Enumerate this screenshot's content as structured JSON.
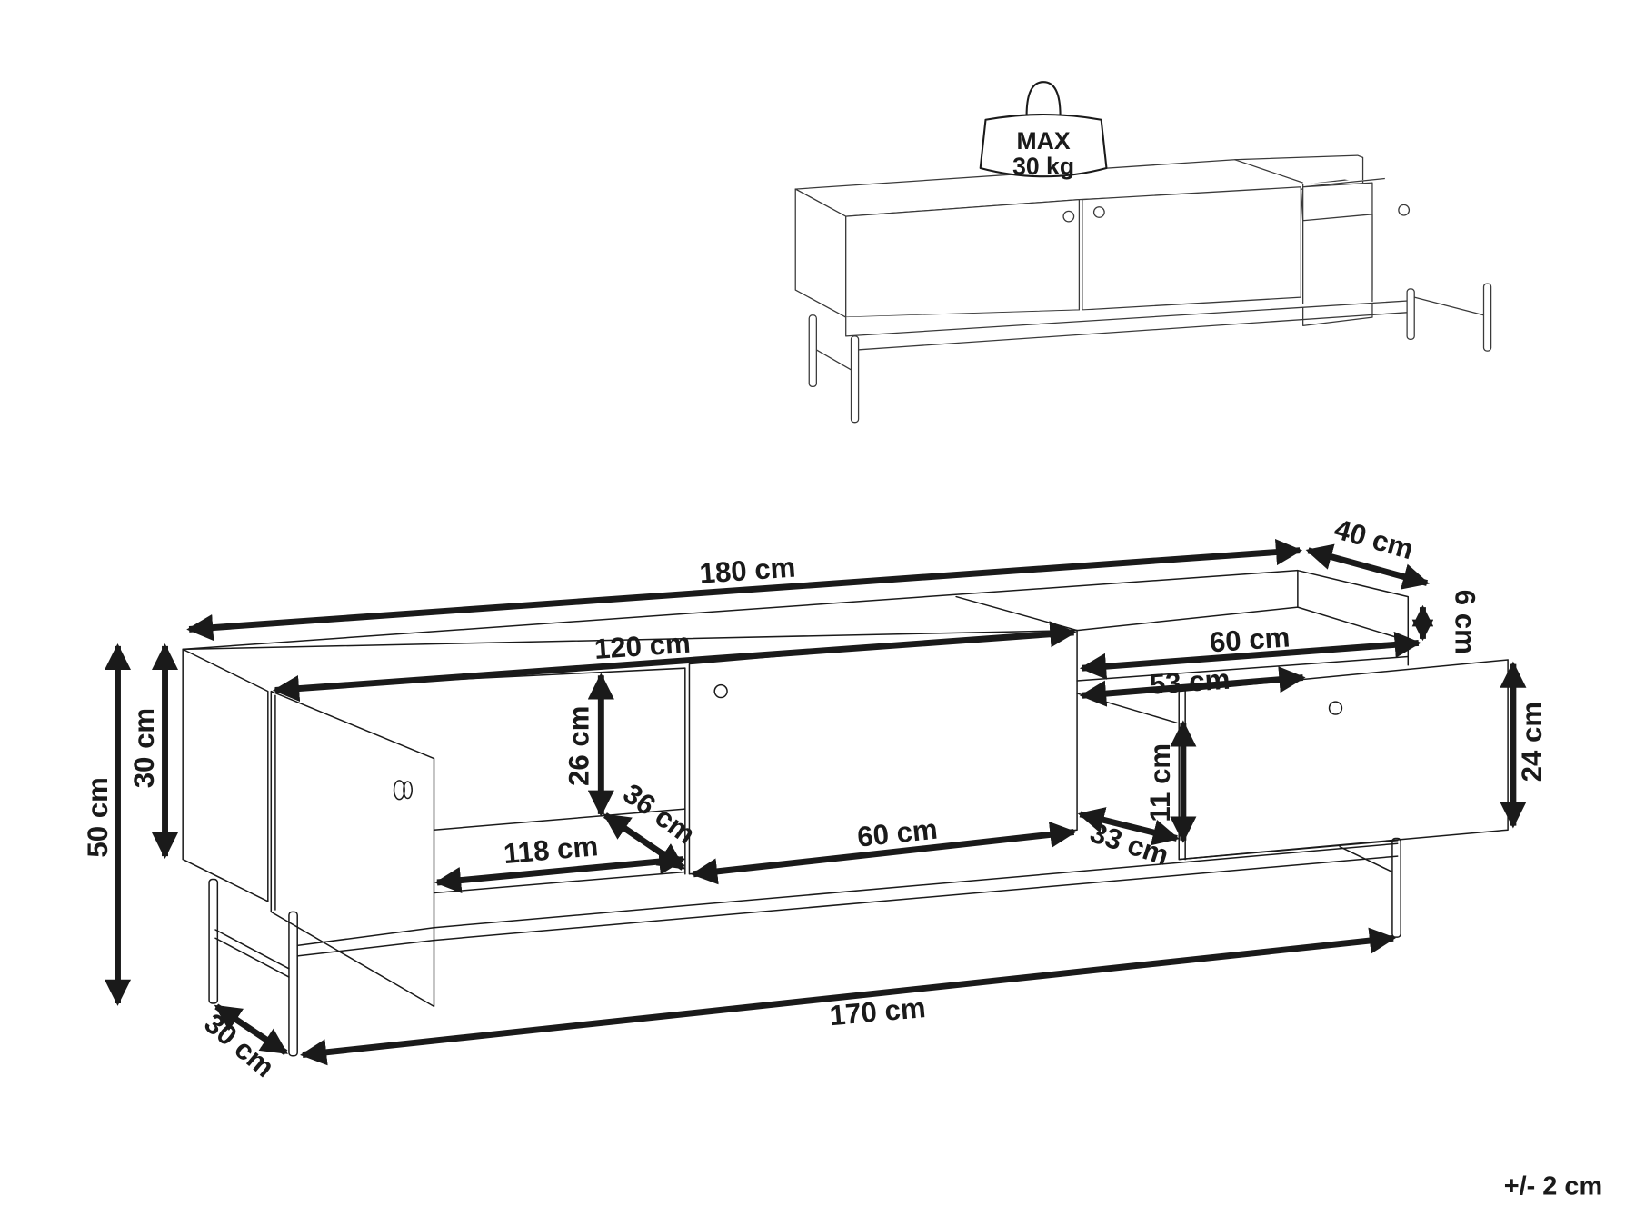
{
  "diagram": {
    "subject": "TV stand dimension drawing",
    "weight_badge": {
      "line1": "MAX",
      "line2": "30 kg"
    },
    "dimensions": {
      "total_width": "180 cm",
      "depth": "40 cm",
      "top_rail_height": "6 cm",
      "cabinet_width": "120 cm",
      "drawer_section_width": "60 cm",
      "drawer_inner_width": "53 cm",
      "total_height": "50 cm",
      "body_height": "30 cm",
      "inner_height": "26 cm",
      "inner_depth_cabinet": "36 cm",
      "inner_width_cabinet": "118 cm",
      "door_width": "60 cm",
      "drawer_inner_depth": "33 cm",
      "drawer_inner_height": "11 cm",
      "drawer_front_height": "24 cm",
      "leg_span_width": "170 cm",
      "leg_span_depth": "30 cm"
    },
    "tolerance": "+/- 2 cm",
    "colors": {
      "ink": "#1a1a1a",
      "background": "#ffffff"
    }
  }
}
